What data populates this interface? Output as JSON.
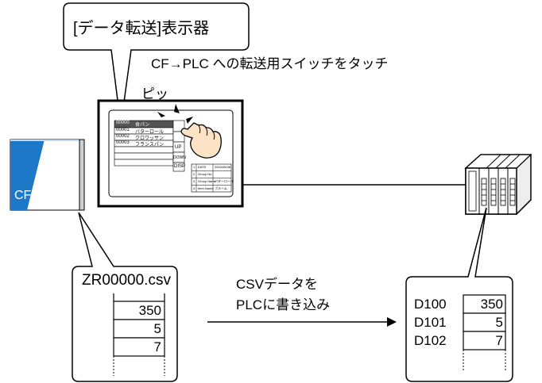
{
  "callouts": {
    "display_label": "[データ転送]表示器",
    "touch_caption": "CF→PLC への転送用スイッチをタッチ",
    "sound": "ピッ",
    "cf_card_label": "CFカード",
    "transfer_caption_line1": "CSVデータを",
    "transfer_caption_line2": "PLCに書き込み"
  },
  "csv_file": {
    "filename": "ZR00000.csv",
    "values": [
      "350",
      "5",
      "7"
    ]
  },
  "plc_registers": [
    {
      "address": "D100",
      "value": "350"
    },
    {
      "address": "D101",
      "value": "5"
    },
    {
      "address": "D102",
      "value": "7"
    }
  ],
  "screen": {
    "rows": [
      {
        "code": "00000",
        "name": "食パン"
      },
      {
        "code": "00001",
        "name": "バターロール"
      },
      {
        "code": "00002",
        "name": "クロワッサン"
      },
      {
        "code": "00003",
        "name": "フランスパン"
      }
    ],
    "buttons": [
      "UP",
      "DOWN",
      "DISP"
    ],
    "info": [
      {
        "no": "1",
        "key": "DATE",
        "val": "2004/06/08"
      },
      {
        "no": "2",
        "key": "Group No.",
        "val": ""
      },
      {
        "no": "3",
        "key": "Group Name",
        "val": "バターロール"
      },
      {
        "no": "4",
        "key": "Item Name",
        "val": "ブルーム"
      }
    ]
  },
  "colors": {
    "cf_card_blue": "#1e78c8",
    "line": "#000000"
  }
}
